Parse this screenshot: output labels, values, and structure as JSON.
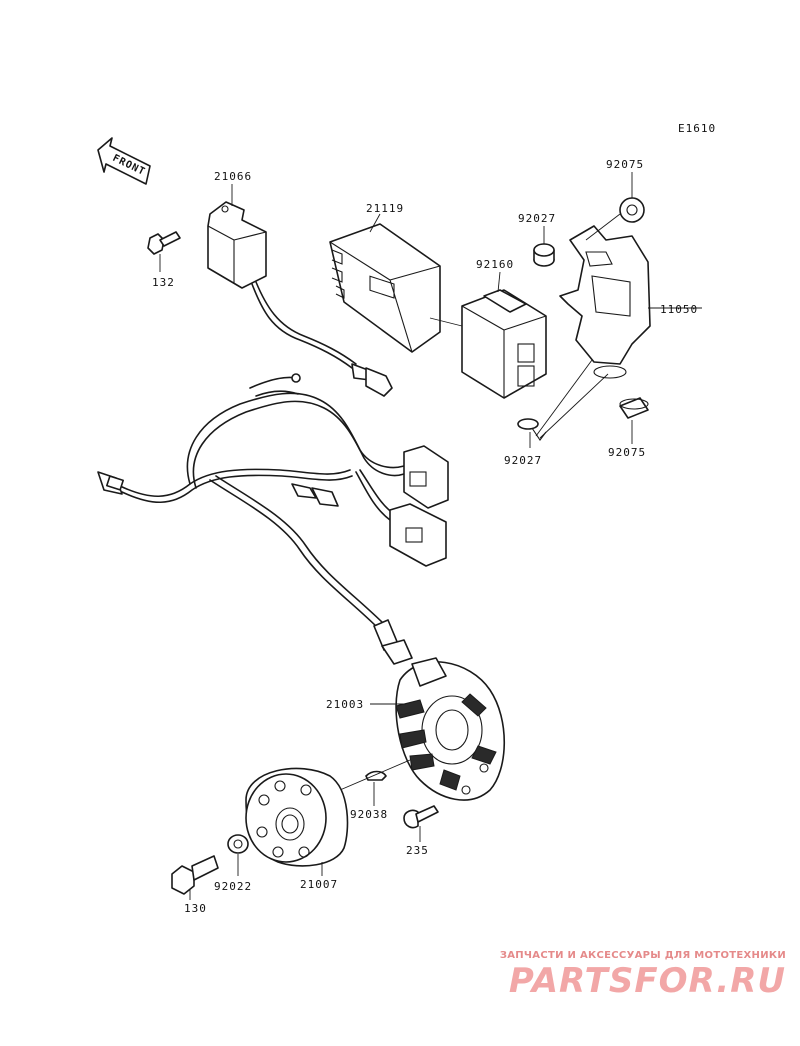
{
  "diagram": {
    "code": "E1610",
    "front_label": "FRONT",
    "parts": {
      "p21066": "21066",
      "p132": "132",
      "p21119": "21119",
      "p92160": "92160",
      "p92027_top": "92027",
      "p92075_top": "92075",
      "p11050": "11050",
      "p92027_bottom": "92027",
      "p92075_bottom": "92075",
      "p21003": "21003",
      "p92038": "92038",
      "p235": "235",
      "p21007": "21007",
      "p92022": "92022",
      "p130": "130"
    }
  },
  "watermark": {
    "tagline": "ЗАПЧАСТИ И АКСЕССУАРЫ ДЛЯ МОТОТЕХНИКИ",
    "logo": "PARTSFOR.RU",
    "color": "#f2a7a7"
  }
}
